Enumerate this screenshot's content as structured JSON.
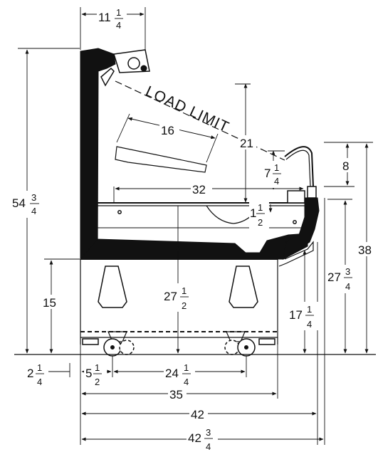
{
  "diagram": {
    "load_label": "LOAD LIMIT",
    "dimensions": {
      "top_depth": {
        "whole": "11",
        "num": "1",
        "den": "4"
      },
      "overall_height": {
        "whole": "54",
        "num": "3",
        "den": "4"
      },
      "shelf_depth": "16",
      "shelf_height": "21",
      "right_top": "8",
      "right_step": {
        "whole": "7",
        "num": "1",
        "den": "4"
      },
      "deck_depth": "32",
      "deck_gap": {
        "whole": "1",
        "num": "1",
        "den": "2"
      },
      "right_height": "38",
      "right_mid": {
        "whole": "27",
        "num": "3",
        "den": "4"
      },
      "base_height": "15",
      "center_height": {
        "whole": "27",
        "num": "1",
        "den": "2"
      },
      "bumper_height": {
        "whole": "17",
        "num": "1",
        "den": "4"
      },
      "left_offset": {
        "whole": "2",
        "num": "1",
        "den": "4"
      },
      "caster_offset": {
        "whole": "5",
        "num": "1",
        "den": "2"
      },
      "caster_span": {
        "whole": "24",
        "num": "1",
        "den": "4"
      },
      "base_width": "35",
      "case_width": "42",
      "overall_width": {
        "whole": "42",
        "num": "3",
        "den": "4"
      }
    }
  }
}
